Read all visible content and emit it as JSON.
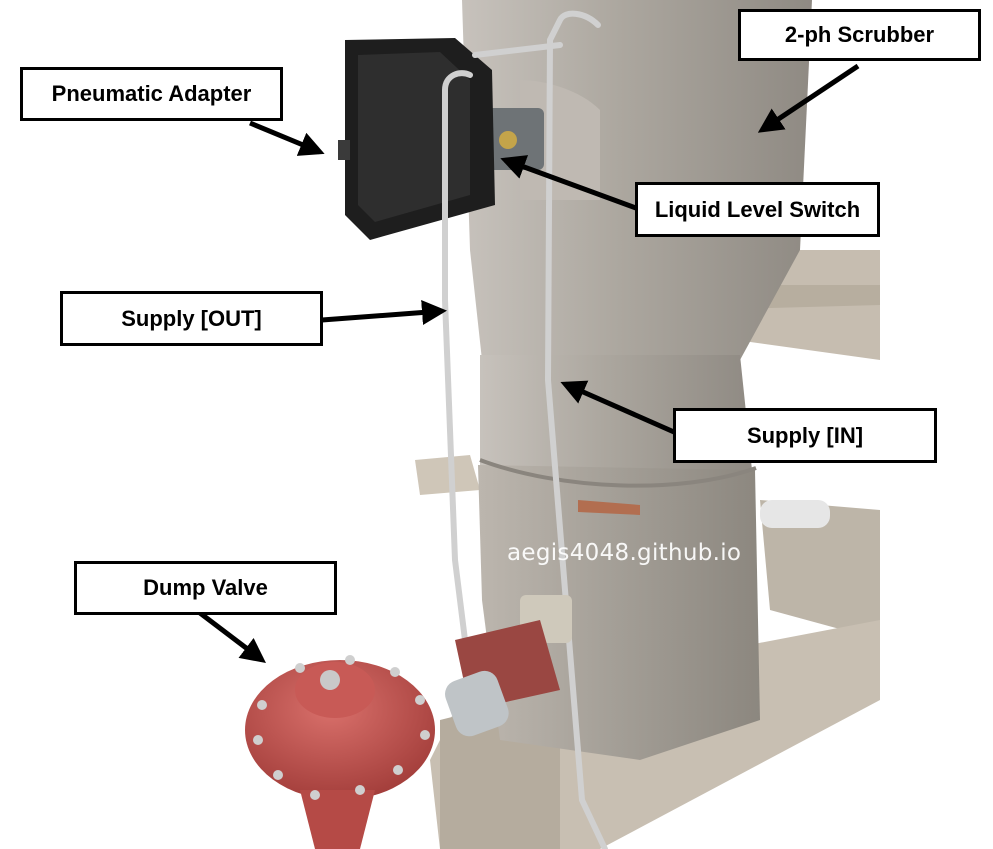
{
  "labels": {
    "scrubber": "2-ph Scrubber",
    "pneumatic_adapter": "Pneumatic Adapter",
    "liquid_level_switch": "Liquid Level Switch",
    "supply_out": "Supply [OUT]",
    "supply_in": "Supply [IN]",
    "dump_valve": "Dump Valve"
  },
  "watermark": "aegis4048.github.io",
  "colors": {
    "vessel": "#b3aea7",
    "skid_frame": "#c6bdb0",
    "valve_red": "#c2514e",
    "adapter_black": "#1e1e1e",
    "tubing": "#d0d0d0",
    "callout_border": "#000000"
  }
}
